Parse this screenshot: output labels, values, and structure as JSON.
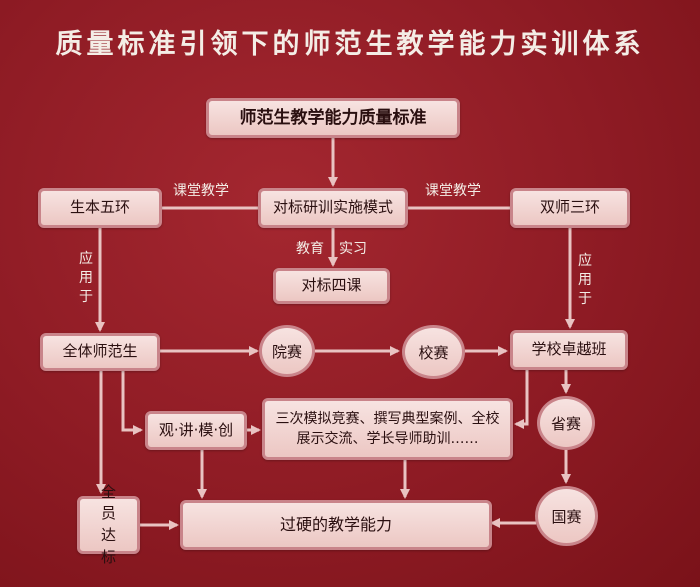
{
  "title": "质量标准引领下的师范生教学能力实训体系",
  "nodes": {
    "standard": "师范生教学能力质量标准",
    "model": "对标研训实施模式",
    "left_ring": "生本五环",
    "right_ring": "双师三环",
    "four_courses": "对标四课",
    "all_students": "全体师范生",
    "college_contest": "院赛",
    "school_contest": "校赛",
    "elite_class": "学校卓越班",
    "observe": "观·讲·模·创",
    "activities": "三次模拟竞赛、撰写典型案例、全校展示交流、学长导师助训……",
    "provincial": "省赛",
    "national": "国赛",
    "all_pass": "全员达标",
    "ability": "过硬的教学能力"
  },
  "labels": {
    "classroom_left": "课堂教学",
    "classroom_right": "课堂教学",
    "education": "教育",
    "practice": "实习",
    "apply_left": "应用于",
    "apply_right": "应用于"
  },
  "colors": {
    "background": "#8f1d25",
    "box_fill": "#f2d6d3",
    "box_border": "#c9848a",
    "line": "#e9c3c2"
  }
}
